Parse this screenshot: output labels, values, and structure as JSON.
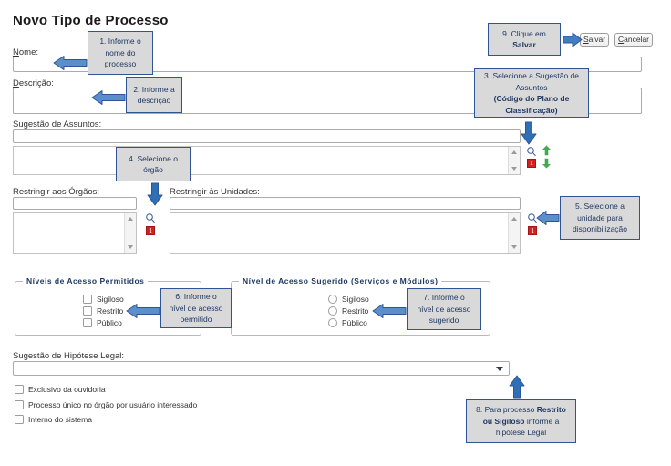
{
  "page": {
    "title": "Novo Tipo de Processo"
  },
  "toolbar": {
    "save_label": "Salvar",
    "save_accesskey": "S",
    "save_rest": "alvar",
    "cancel_accesskey": "C",
    "cancel_rest": "ancelar",
    "cancel_label": "Cancelar"
  },
  "fields": {
    "nome": {
      "label_accesskey": "N",
      "label_rest": "ome:",
      "label": "Nome:",
      "value": "",
      "placeholder": ""
    },
    "descricao": {
      "label_accesskey": "D",
      "label_rest": "escrição:",
      "label": "Descrição:",
      "value": "",
      "placeholder": ""
    },
    "sugestao_assuntos": {
      "label": "Sugestão de Assuntos:",
      "value": "",
      "placeholder": ""
    },
    "restringir_orgaos": {
      "label": "Restringir aos Órgãos:",
      "value": "",
      "placeholder": ""
    },
    "restringir_unidades": {
      "label": "Restringir às Unidades:",
      "value": "",
      "placeholder": ""
    },
    "sugestao_hipotese": {
      "label": "Sugestão de Hipótese Legal:",
      "selected": "",
      "options": [
        ""
      ]
    }
  },
  "icons": {
    "search": "search-icon",
    "info_red": "1",
    "arrow_up": "arrow-up-icon",
    "arrow_down": "arrow-down-icon",
    "chevron_down": "chevron-down-icon"
  },
  "niveis_permitidos": {
    "legend": "Níveis de Acesso Permitidos",
    "options": [
      {
        "label": "Sigiloso",
        "checked": false
      },
      {
        "label": "Restrito",
        "checked": false
      },
      {
        "label": "Público",
        "checked": false
      }
    ]
  },
  "nivel_sugerido": {
    "legend": "Nível de Acesso Sugerido (Serviços e Módulos)",
    "options": [
      {
        "label": "Sigiloso",
        "checked": false
      },
      {
        "label": "Restrito",
        "checked": false
      },
      {
        "label": "Público",
        "checked": false
      }
    ]
  },
  "bottom_checkboxes": [
    {
      "label": "Exclusivo da ouvidoria",
      "checked": false
    },
    {
      "label": "Processo único no órgão por usuário interessado",
      "checked": false
    },
    {
      "label": "Interno do sistema",
      "checked": false
    }
  ],
  "callouts": {
    "c1": {
      "line1": "1. Informe o",
      "line2": "nome do",
      "line3": "processo"
    },
    "c2": {
      "line1": "2. Informe a",
      "line2": "descrição"
    },
    "c3": {
      "line1": "3. Selecione a Sugestão de",
      "line2": "Assuntos",
      "line3": "(Código do Plano de",
      "line4": "Classificação)"
    },
    "c4": {
      "line1": "4. Selecione o",
      "line2": "órgão"
    },
    "c5": {
      "line1": "5. Selecione a",
      "line2": "unidade para",
      "line3": "disponibilização"
    },
    "c6": {
      "line1": "6. Informe o",
      "line2": "nível de acesso",
      "line3": "permitido"
    },
    "c7": {
      "line1": "7. Informe o",
      "line2": "nível de acesso",
      "line3": "sugerido"
    },
    "c8": {
      "pre": "8. Para processo ",
      "bold1": "Restrito",
      "mid": " ",
      "bold2": "ou Sigiloso",
      "post": " informe a",
      "line3": "hipótese Legal"
    },
    "c9": {
      "line1": "9. Clique em",
      "line2": "Salvar"
    }
  },
  "colors": {
    "callout_bg": "#d9d9d9",
    "callout_border": "#2f5496",
    "callout_text": "#1f3864",
    "arrow_fill": "#5b8fc9",
    "arrow_stroke": "#2f5496",
    "green_arrow": "#3faa50",
    "red_badge": "#d42020",
    "legend_text": "#1f3864"
  }
}
